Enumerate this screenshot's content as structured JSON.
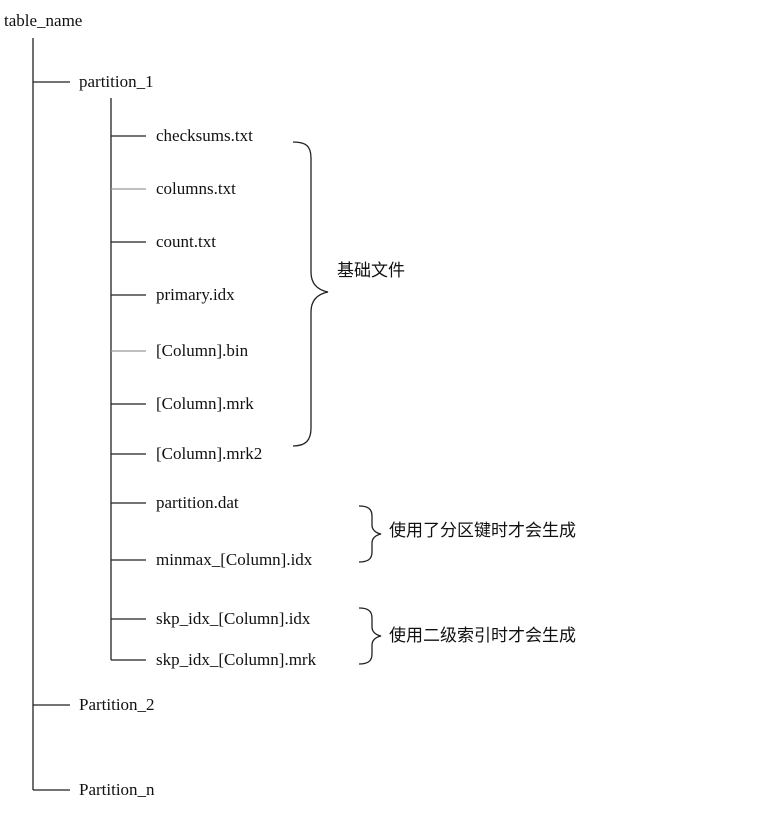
{
  "tree": {
    "root": "table_name",
    "partitions": [
      "partition_1",
      "Partition_2",
      "Partition_n"
    ],
    "files": [
      "checksums.txt",
      "columns.txt",
      "count.txt",
      "primary.idx",
      "[Column].bin",
      "[Column].mrk",
      "[Column].mrk2",
      "partition.dat",
      "minmax_[Column].idx",
      "skp_idx_[Column].idx",
      "skp_idx_[Column].mrk"
    ]
  },
  "annotations": {
    "basic_files": "基础文件",
    "partition_key_files": "使用了分区键时才会生成",
    "secondary_index_files": "使用二级索引时才会生成"
  }
}
